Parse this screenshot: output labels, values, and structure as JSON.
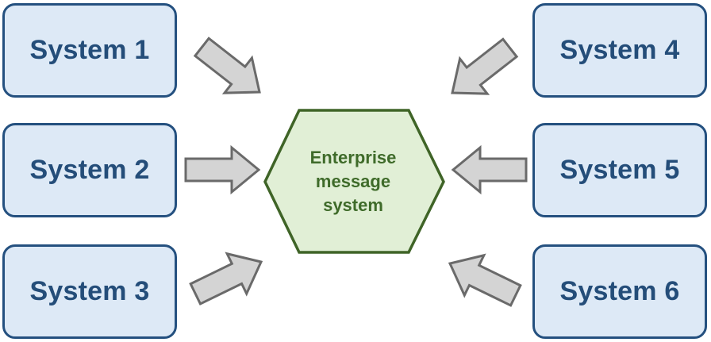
{
  "systems": {
    "s1": "System 1",
    "s2": "System 2",
    "s3": "System 3",
    "s4": "System 4",
    "s5": "System 5",
    "s6": "System 6"
  },
  "hub": {
    "line1": "Enterprise",
    "line2": "message",
    "line3": "system"
  },
  "colors": {
    "system_fill": "#dde9f6",
    "system_border": "#24507f",
    "system_text": "#244d79",
    "hub_fill": "#e1efd6",
    "hub_border": "#3f6427",
    "hub_text": "#3f6b2a",
    "arrow_fill": "#d4d4d4",
    "arrow_border": "#6a6a6a"
  }
}
